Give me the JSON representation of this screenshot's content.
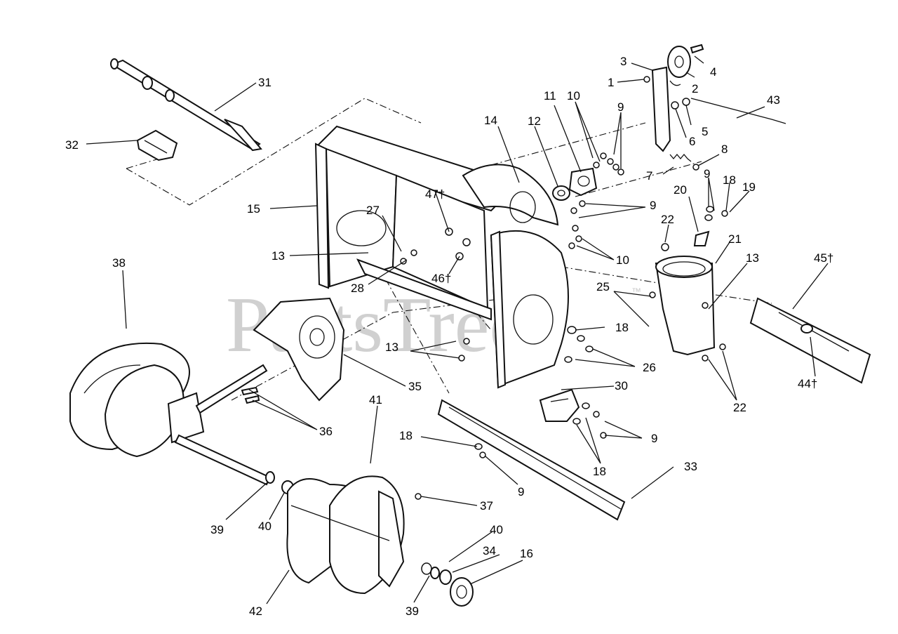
{
  "watermark": {
    "text": "PartsTree",
    "tm": "™"
  },
  "callouts": [
    {
      "id": "c1",
      "label": "1"
    },
    {
      "id": "c2",
      "label": "2"
    },
    {
      "id": "c3",
      "label": "3"
    },
    {
      "id": "c4",
      "label": "4"
    },
    {
      "id": "c5",
      "label": "5"
    },
    {
      "id": "c6",
      "label": "6"
    },
    {
      "id": "c7",
      "label": "7"
    },
    {
      "id": "c8",
      "label": "8"
    },
    {
      "id": "c9a",
      "label": "9"
    },
    {
      "id": "c9b",
      "label": "9"
    },
    {
      "id": "c9c",
      "label": "9"
    },
    {
      "id": "c9d",
      "label": "9"
    },
    {
      "id": "c9e",
      "label": "9"
    },
    {
      "id": "c10a",
      "label": "10"
    },
    {
      "id": "c10b",
      "label": "10"
    },
    {
      "id": "c11",
      "label": "11"
    },
    {
      "id": "c12",
      "label": "12"
    },
    {
      "id": "c13a",
      "label": "13"
    },
    {
      "id": "c13b",
      "label": "13"
    },
    {
      "id": "c13c",
      "label": "13"
    },
    {
      "id": "c14",
      "label": "14"
    },
    {
      "id": "c15",
      "label": "15"
    },
    {
      "id": "c16",
      "label": "16"
    },
    {
      "id": "c18a",
      "label": "18"
    },
    {
      "id": "c18b",
      "label": "18"
    },
    {
      "id": "c18c",
      "label": "18"
    },
    {
      "id": "c18d",
      "label": "18"
    },
    {
      "id": "c19",
      "label": "19"
    },
    {
      "id": "c20",
      "label": "20"
    },
    {
      "id": "c21",
      "label": "21"
    },
    {
      "id": "c22a",
      "label": "22"
    },
    {
      "id": "c22b",
      "label": "22"
    },
    {
      "id": "c25",
      "label": "25"
    },
    {
      "id": "c26",
      "label": "26"
    },
    {
      "id": "c27",
      "label": "27"
    },
    {
      "id": "c28",
      "label": "28"
    },
    {
      "id": "c30",
      "label": "30"
    },
    {
      "id": "c31",
      "label": "31"
    },
    {
      "id": "c32",
      "label": "32"
    },
    {
      "id": "c33",
      "label": "33"
    },
    {
      "id": "c34",
      "label": "34"
    },
    {
      "id": "c35",
      "label": "35"
    },
    {
      "id": "c36",
      "label": "36"
    },
    {
      "id": "c37",
      "label": "37"
    },
    {
      "id": "c38",
      "label": "38"
    },
    {
      "id": "c39a",
      "label": "39"
    },
    {
      "id": "c39b",
      "label": "39"
    },
    {
      "id": "c40a",
      "label": "40"
    },
    {
      "id": "c40b",
      "label": "40"
    },
    {
      "id": "c41",
      "label": "41"
    },
    {
      "id": "c42",
      "label": "42"
    },
    {
      "id": "c43",
      "label": "43"
    },
    {
      "id": "c44",
      "label": "44†"
    },
    {
      "id": "c45",
      "label": "45†"
    },
    {
      "id": "c46",
      "label": "46†"
    },
    {
      "id": "c47",
      "label": "47†"
    }
  ]
}
